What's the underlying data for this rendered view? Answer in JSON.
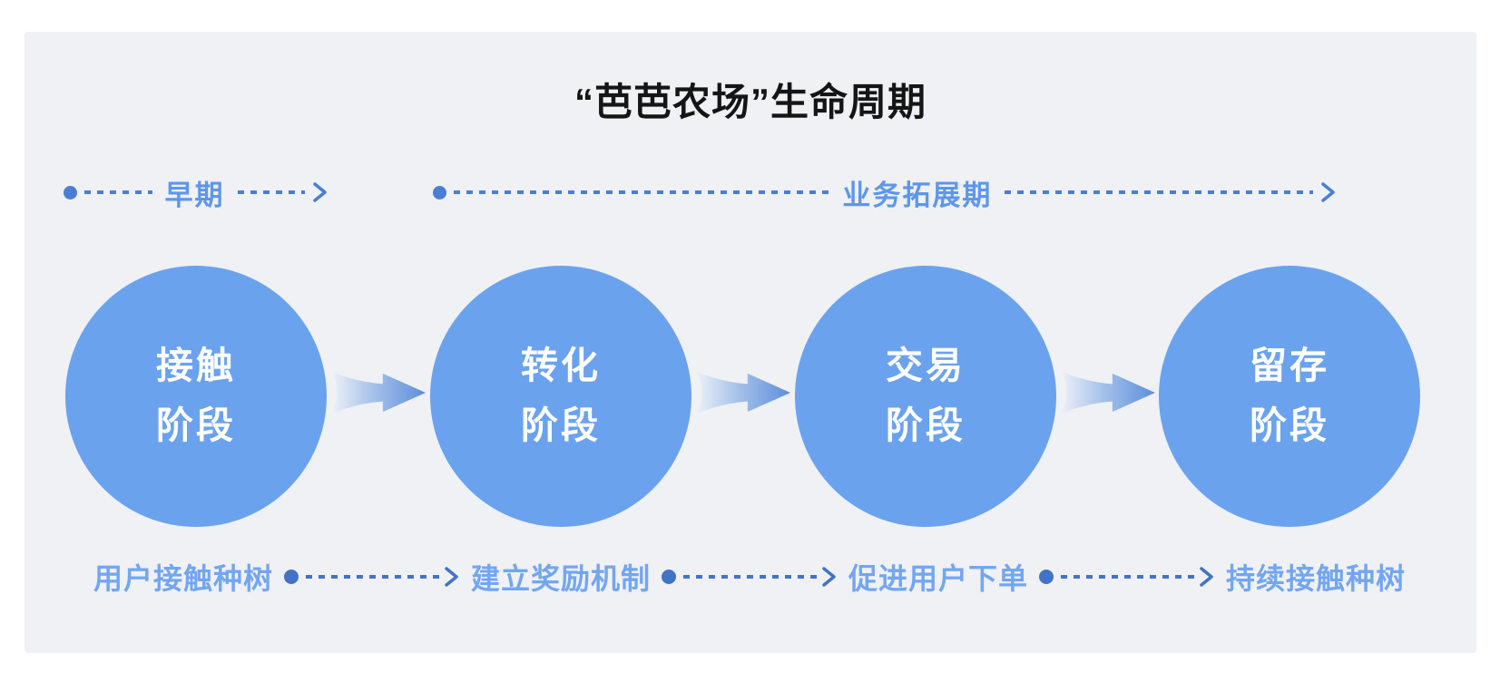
{
  "title": "“芭芭农场”生命周期",
  "top_phases": [
    {
      "label": "早期"
    },
    {
      "label": "业务拓展期"
    }
  ],
  "stages": [
    {
      "line1": "接触",
      "line2": "阶段"
    },
    {
      "line1": "转化",
      "line2": "阶段"
    },
    {
      "line1": "交易",
      "line2": "阶段"
    },
    {
      "line1": "留存",
      "line2": "阶段"
    }
  ],
  "bottom_steps": [
    "用户接触种树",
    "建立奖励机制",
    "促进用户下单",
    "持续接触种树"
  ],
  "colors": {
    "card_bg": "#eff1f5",
    "title_color": "#151515",
    "circle_fill": "#6aa2ee",
    "circle_text": "#ffffff",
    "top_label_color": "#5e97ea",
    "top_arrow_color": "#4a7ed2",
    "bottom_label_color": "#73a6f1",
    "bottom_arrow_color": "#4373c6",
    "transition_gradient_start": "#ecf0f8",
    "transition_gradient_end": "#5d8edc"
  }
}
